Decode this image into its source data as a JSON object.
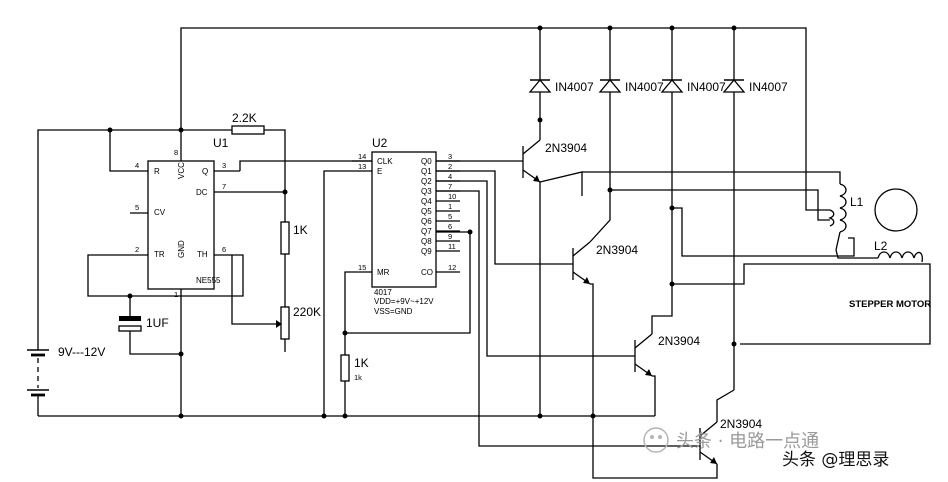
{
  "ic": {
    "u1": {
      "ref": "U1",
      "part": "NE555",
      "pin_names": {
        "R": "R",
        "VCC": "VCC",
        "Q": "Q",
        "DC": "DC",
        "CV": "CV",
        "TR": "TR",
        "GND": "GND",
        "TH": "TH"
      },
      "pin_numbers": {
        "p4": "4",
        "p8": "8",
        "p3": "3",
        "p7": "7",
        "p5": "5",
        "p2": "2",
        "p6": "6",
        "p1": "1"
      }
    },
    "u2": {
      "ref": "U2",
      "part": "4017",
      "supply_note_1": "VDD=+9V~+12V",
      "supply_note_2": "VSS=GND",
      "left_pins": [
        {
          "num": "14",
          "name": "CLK"
        },
        {
          "num": "13",
          "name": "E"
        },
        {
          "num": "15",
          "name": "MR"
        }
      ],
      "right_pins": [
        {
          "num": "3",
          "name": "Q0"
        },
        {
          "num": "2",
          "name": "Q1"
        },
        {
          "num": "4",
          "name": "Q2"
        },
        {
          "num": "7",
          "name": "Q3"
        },
        {
          "num": "10",
          "name": "Q4"
        },
        {
          "num": "1",
          "name": "Q5"
        },
        {
          "num": "5",
          "name": "Q6"
        },
        {
          "num": "6",
          "name": "Q7"
        },
        {
          "num": "9",
          "name": "Q8"
        },
        {
          "num": "11",
          "name": "Q9"
        },
        {
          "num": "12",
          "name": "CO"
        }
      ]
    }
  },
  "components": {
    "r_2k2": "2.2K",
    "r_1k_a": "1K",
    "pot_220k": "220K",
    "cap_1uf": "1UF",
    "battery": "9V---12V",
    "r_1k_b": "1K",
    "r_1k_b_sub": "1k",
    "diode": "IN4007",
    "transistor": "2N3904",
    "coil_1": "L1",
    "coil_2": "L2",
    "motor": "STEPPER MOTOR"
  },
  "watermark": {
    "faded": "头条 · 电路一点通",
    "front": "头条 @理思录"
  }
}
